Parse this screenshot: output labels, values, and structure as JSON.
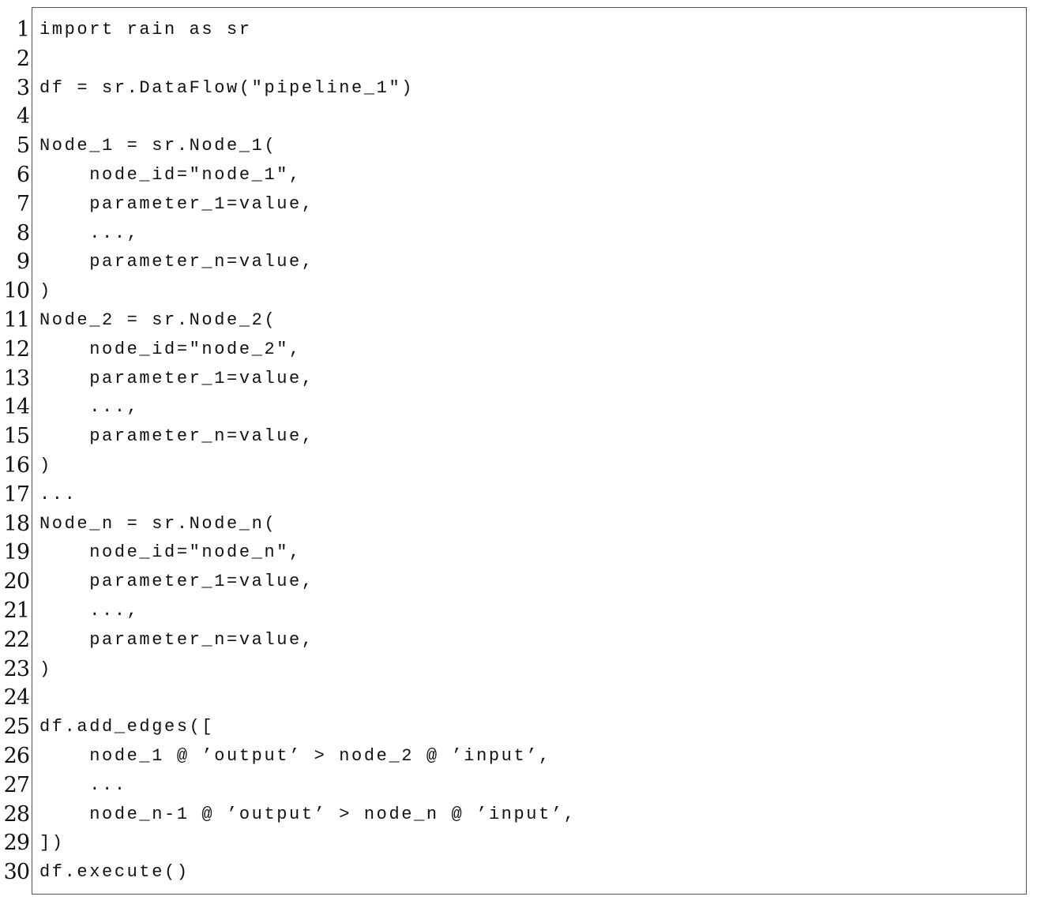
{
  "listing": {
    "lines": [
      {
        "number": "1",
        "text": "import rain as sr"
      },
      {
        "number": "2",
        "text": ""
      },
      {
        "number": "3",
        "text": "df = sr.DataFlow(\"pipeline_1\")"
      },
      {
        "number": "4",
        "text": ""
      },
      {
        "number": "5",
        "text": "Node_1 = sr.Node_1("
      },
      {
        "number": "6",
        "text": "    node_id=\"node_1\","
      },
      {
        "number": "7",
        "text": "    parameter_1=value,"
      },
      {
        "number": "8",
        "text": "    ...,"
      },
      {
        "number": "9",
        "text": "    parameter_n=value,"
      },
      {
        "number": "10",
        "text": ")"
      },
      {
        "number": "11",
        "text": "Node_2 = sr.Node_2("
      },
      {
        "number": "12",
        "text": "    node_id=\"node_2\","
      },
      {
        "number": "13",
        "text": "    parameter_1=value,"
      },
      {
        "number": "14",
        "text": "    ...,"
      },
      {
        "number": "15",
        "text": "    parameter_n=value,"
      },
      {
        "number": "16",
        "text": ")"
      },
      {
        "number": "17",
        "text": "..."
      },
      {
        "number": "18",
        "text": "Node_n = sr.Node_n("
      },
      {
        "number": "19",
        "text": "    node_id=\"node_n\","
      },
      {
        "number": "20",
        "text": "    parameter_1=value,"
      },
      {
        "number": "21",
        "text": "    ...,"
      },
      {
        "number": "22",
        "text": "    parameter_n=value,"
      },
      {
        "number": "23",
        "text": ")"
      },
      {
        "number": "24",
        "text": ""
      },
      {
        "number": "25",
        "text": "df.add_edges(["
      },
      {
        "number": "26",
        "text": "    node_1 @ ’output’ > node_2 @ ’input’,"
      },
      {
        "number": "27",
        "text": "    ..."
      },
      {
        "number": "28",
        "text": "    node_n-1 @ ’output’ > node_n @ ’input’,"
      },
      {
        "number": "29",
        "text": "])"
      },
      {
        "number": "30",
        "text": "df.execute()"
      }
    ]
  }
}
